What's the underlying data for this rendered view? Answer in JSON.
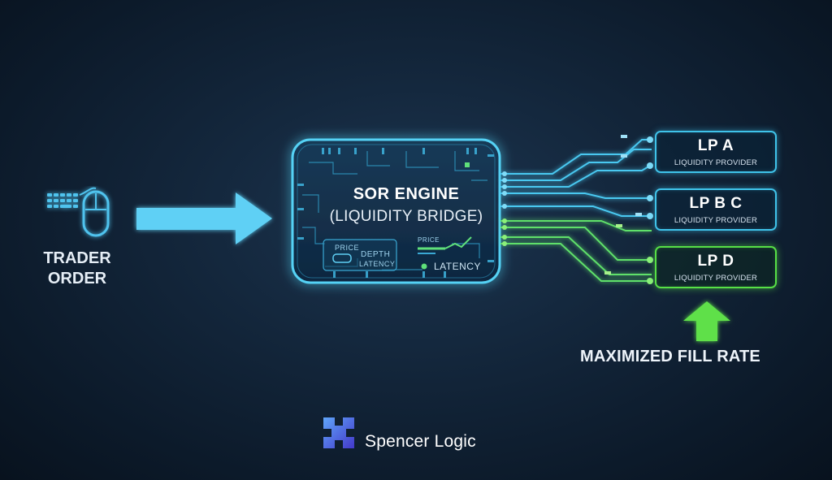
{
  "trader": {
    "line1": "TRADER",
    "line2": "ORDER"
  },
  "engine": {
    "title": "SOR ENGINE",
    "subtitle": "(LIQUIDITY BRIDGE)",
    "panel_price": "PRICE",
    "panel_depth": "DEPTH",
    "panel_latency_small": "LATENCY",
    "right_price": "PRICE",
    "right_latency": "LATENCY"
  },
  "providers": [
    {
      "name": "LP A",
      "desc": "LIQUIDITY PROVIDER",
      "highlight": false
    },
    {
      "name": "LP B C",
      "desc": "LIQUIDITY PROVIDER",
      "highlight": false
    },
    {
      "name": "LP D",
      "desc": "LIQUIDITY PROVIDER",
      "highlight": true
    }
  ],
  "result_label": "MAXIMIZED FILL RATE",
  "brand": {
    "name": "Spencer Logic"
  },
  "colors": {
    "cyan": "#3fc3ea",
    "green": "#57e046",
    "arrow": "#5fd0f5",
    "background": "#13263b",
    "brand_blue": "#3b82f6"
  },
  "icons": [
    "keyboard-icon",
    "mouse-icon",
    "chip-icon",
    "logo-icon"
  ]
}
